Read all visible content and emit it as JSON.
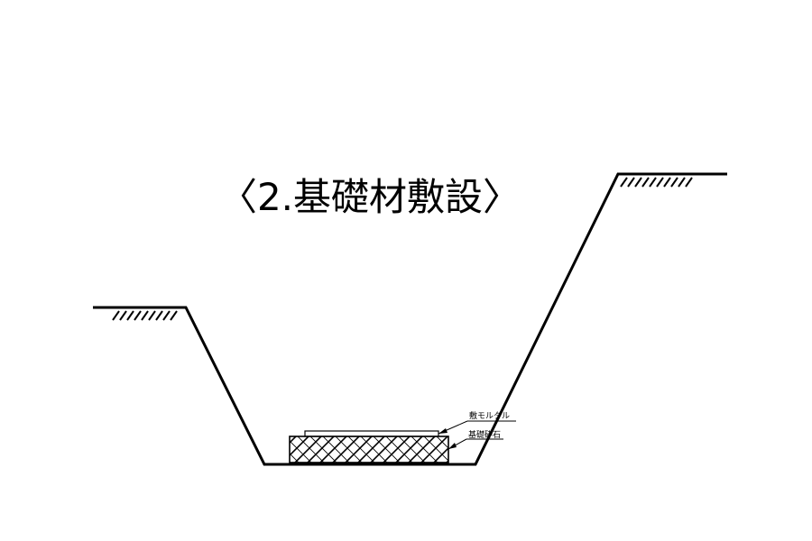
{
  "title": "〈2.基礎材敷設〉",
  "labels": {
    "mortar": "敷モルタル",
    "base": "基礎砕石"
  },
  "colors": {
    "line": "#000000",
    "background": "#ffffff"
  }
}
